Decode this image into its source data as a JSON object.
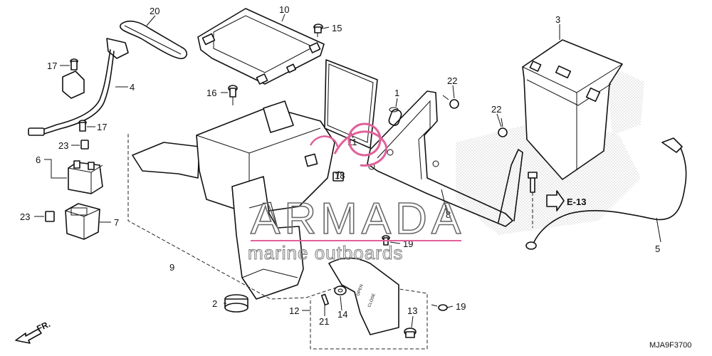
{
  "diagram": {
    "callouts": {
      "c1": "1",
      "c2": "2",
      "c3": "3",
      "c4": "4",
      "c5": "5",
      "c6": "6",
      "c7": "7",
      "c8": "8",
      "c9": "9",
      "c10": "10",
      "c11": "11",
      "c12": "12",
      "c13": "13",
      "c14": "14",
      "c15": "15",
      "c16": "16",
      "c17a": "17",
      "c17b": "17",
      "c18": "18",
      "c19a": "19",
      "c19b": "19",
      "c20": "20",
      "c21": "21",
      "c22a": "22",
      "c22b": "22",
      "c23a": "23",
      "c23b": "23"
    },
    "reference_label": "E-13",
    "front_label": "FR.",
    "diagram_code": "MJA9F3700",
    "cover_markings": {
      "open": "OPEN",
      "close": "CLOSE"
    },
    "watermark": {
      "brand": "ARMADA",
      "tagline": "marine outboards",
      "accent_color": "#e0609a"
    }
  }
}
